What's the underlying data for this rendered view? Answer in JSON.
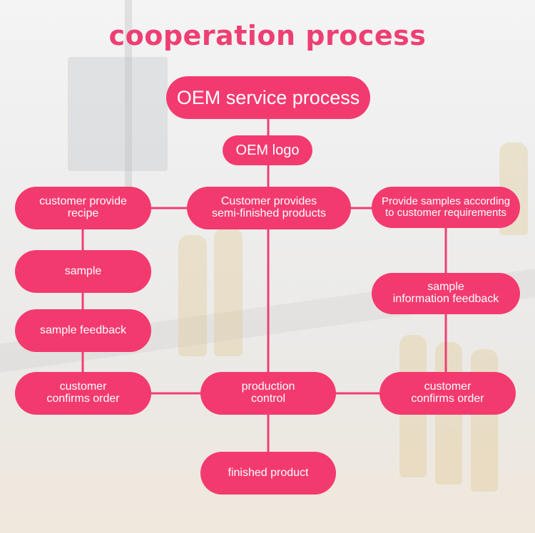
{
  "title": "cooperation process",
  "colors": {
    "accent": "#f33a6f",
    "title": "#ee3f73",
    "connector": "#ee3f73"
  },
  "nodes": {
    "main": "OEM service process",
    "logo": "OEM logo",
    "customer_recipe": "customer provide\nrecipe",
    "semi_finished": "Customer provides\nsemi-finished products",
    "provide_samples": "Provide samples according\nto customer requirements",
    "sample": "sample",
    "sample_feedback": "sample feedback",
    "sample_info_feedback": "sample\ninformation feedback",
    "confirm_order_left": "customer\nconfirms order",
    "production_control": "production\ncontrol",
    "confirm_order_right": "customer\nconfirms order",
    "finished_product": "finished product"
  }
}
